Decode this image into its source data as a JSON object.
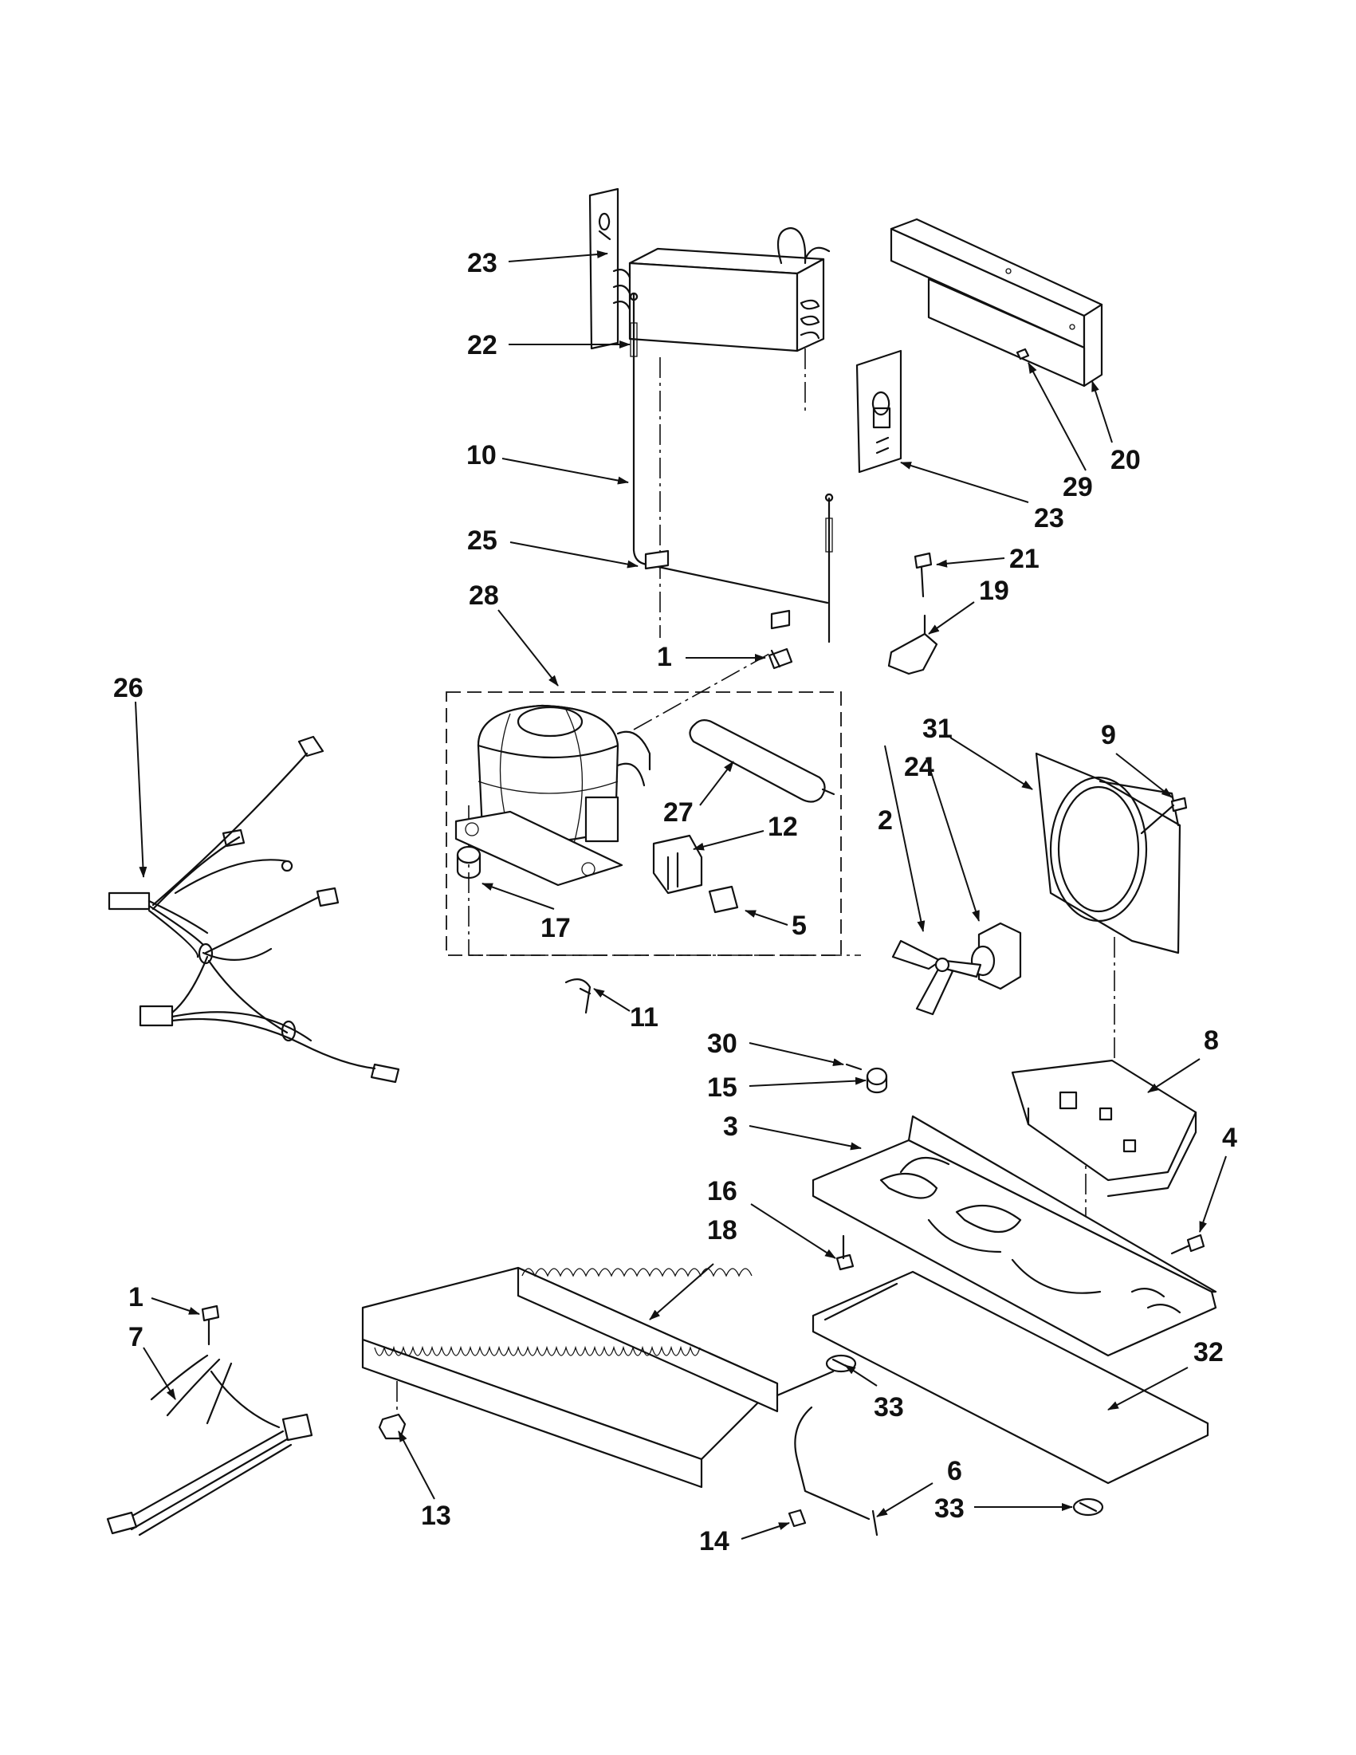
{
  "callouts": {
    "c23a": "23",
    "c22": "22",
    "c10": "10",
    "c25": "25",
    "c28": "28",
    "c26": "26",
    "c1a": "1",
    "c27": "27",
    "c12": "12",
    "c17": "17",
    "c5": "5",
    "c11": "11",
    "c20": "20",
    "c29": "29",
    "c23b": "23",
    "c21": "21",
    "c19": "19",
    "c31": "31",
    "c9": "9",
    "c24": "24",
    "c2": "2",
    "c8": "8",
    "c30": "30",
    "c15": "15",
    "c3": "3",
    "c4": "4",
    "c16": "16",
    "c18": "18",
    "c1b": "1",
    "c7": "7",
    "c13": "13",
    "c33a": "33",
    "c32": "32",
    "c6": "6",
    "c14": "14",
    "c33b": "33"
  }
}
